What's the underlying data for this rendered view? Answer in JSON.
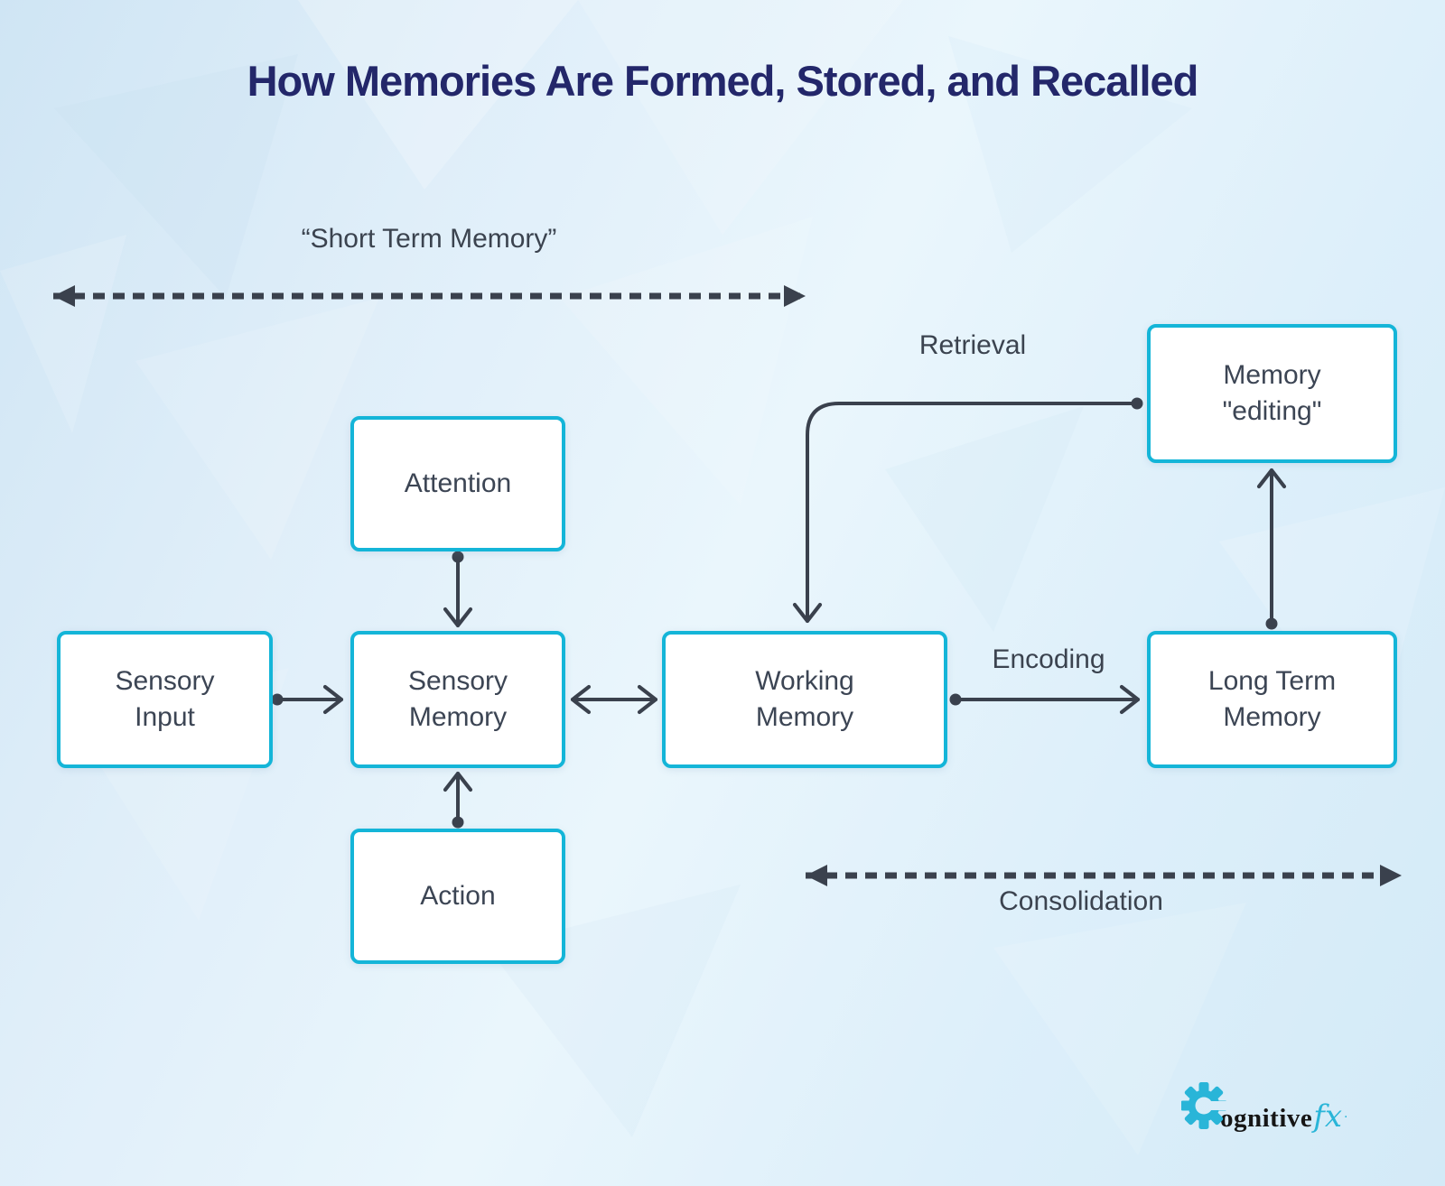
{
  "title": "How Memories Are Formed, Stored, and Recalled",
  "labels": {
    "short_term_memory": "“Short Term Memory”",
    "retrieval": "Retrieval",
    "encoding": "Encoding",
    "consolidation": "Consolidation"
  },
  "boxes": {
    "sensory_input": {
      "lines": [
        "Sensory",
        "Input"
      ]
    },
    "sensory_memory": {
      "lines": [
        "Sensory",
        "Memory"
      ]
    },
    "attention": {
      "lines": [
        "Attention"
      ]
    },
    "action": {
      "lines": [
        "Action"
      ]
    },
    "working_memory": {
      "lines": [
        "Working",
        "Memory"
      ]
    },
    "long_term_memory": {
      "lines": [
        "Long Term",
        "Memory"
      ]
    },
    "memory_editing": {
      "lines": [
        "Memory",
        "\"editing\""
      ]
    }
  },
  "connections": [
    {
      "name": "sensory-input-to-sensory-memory",
      "type": "arrow"
    },
    {
      "name": "attention-to-sensory-memory",
      "type": "arrow"
    },
    {
      "name": "action-to-sensory-memory",
      "type": "arrow"
    },
    {
      "name": "sensory-memory-working-memory",
      "type": "double-arrow"
    },
    {
      "name": "working-memory-to-long-term-memory",
      "type": "arrow",
      "label": "Encoding"
    },
    {
      "name": "long-term-memory-to-memory-editing",
      "type": "arrow"
    },
    {
      "name": "memory-editing-to-working-memory",
      "type": "elbow-arrow",
      "label": "Retrieval"
    },
    {
      "name": "short-term-memory-span",
      "type": "dashed-double-arrow",
      "label": "“Short Term Memory”"
    },
    {
      "name": "consolidation-span",
      "type": "dashed-double-arrow",
      "label": "Consolidation"
    }
  ],
  "colors": {
    "accent_cyan": "#14b5d8",
    "arrow": "#3a414d",
    "title_navy": "#23276a",
    "box_text": "#3c4554",
    "logo_cyan": "#29b5d8"
  },
  "logo": {
    "name_rest": "ognitive",
    "suffix": "fx",
    "mark": "."
  }
}
